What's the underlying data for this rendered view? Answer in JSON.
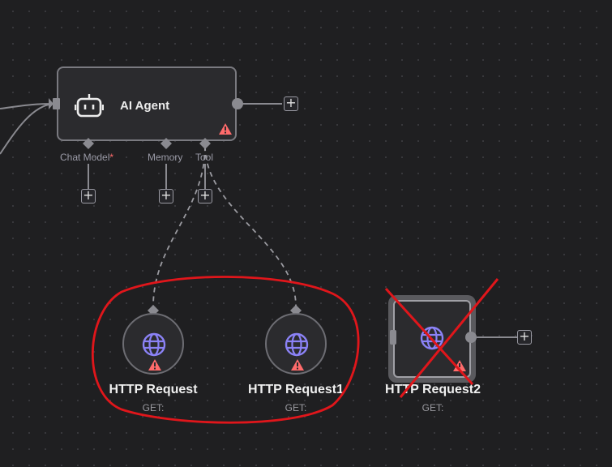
{
  "agent": {
    "title": "AI Agent",
    "ports": {
      "chat_model": "Chat Model",
      "chat_model_required": "*",
      "memory": "Memory",
      "tool": "Tool"
    },
    "icon": "robot-icon",
    "status": "warning"
  },
  "nodes": [
    {
      "label": "HTTP Request",
      "subtitle": "GET:",
      "icon": "globe-icon",
      "status": "warning"
    },
    {
      "label": "HTTP Request1",
      "subtitle": "GET:",
      "icon": "globe-icon",
      "status": "warning"
    },
    {
      "label": "HTTP Request2",
      "subtitle": "GET:",
      "icon": "globe-icon",
      "status": "warning",
      "annotation": "crossed-out"
    }
  ],
  "annotations": {
    "highlight": "red-ellipse-around-first-two-http-nodes"
  },
  "colors": {
    "canvas": "#1f1f21",
    "node_border": "#7a7a80",
    "icon_accent": "#8b82f6",
    "warning": "#ff6b6b",
    "annotation_red": "#e0161b"
  }
}
